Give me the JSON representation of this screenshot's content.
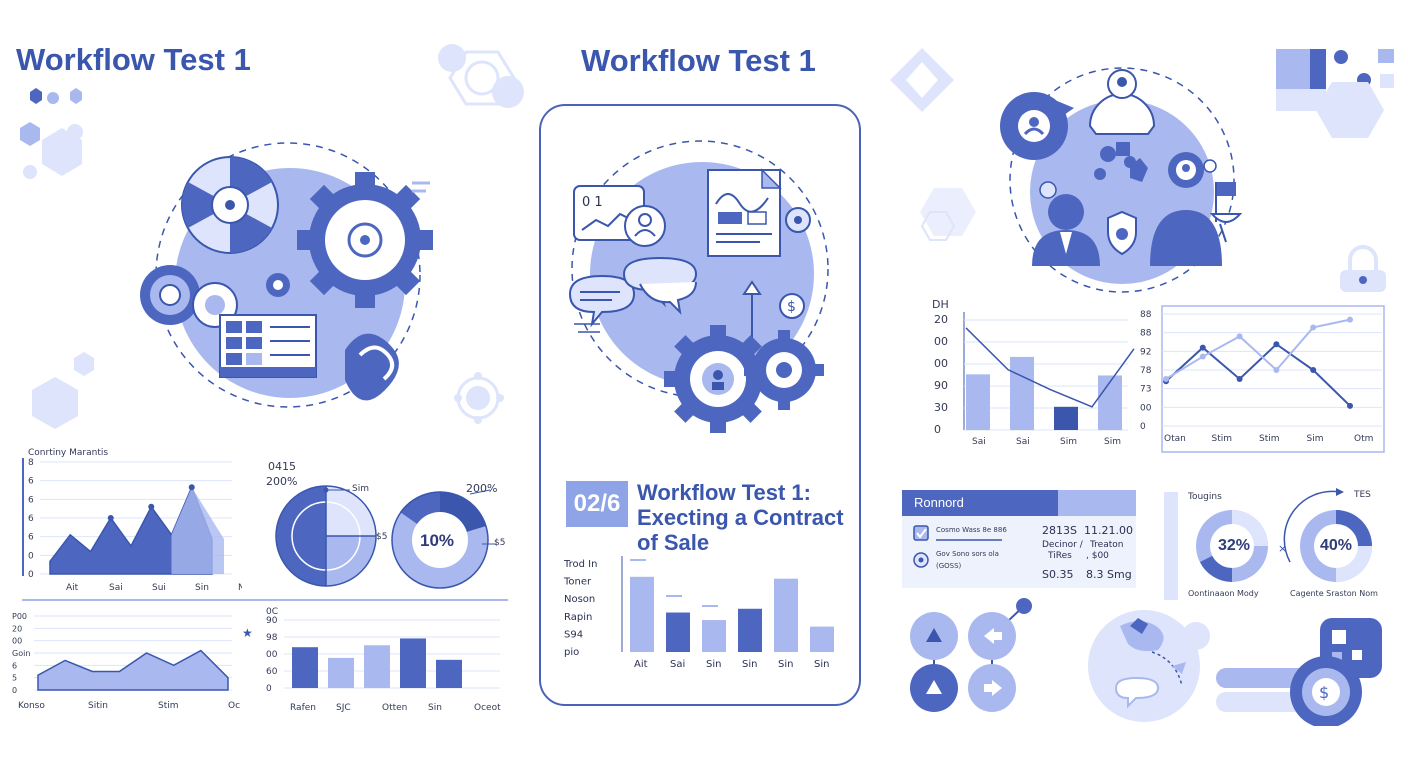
{
  "titles": {
    "left": "Workflow Test 1",
    "center": "Workflow Test 1"
  },
  "center_card": {
    "badge": "02/6",
    "subtitle": "Workflow Test 1: Execting a Contract of Sale",
    "illustration_labels": [
      "0 1",
      "$"
    ],
    "bar_chart": {
      "type": "bar",
      "categories": [
        "Ait",
        "Sai",
        "Sin",
        "Sin",
        "Sin",
        "Sin"
      ],
      "values": [
        80,
        42,
        34,
        46,
        78,
        27
      ],
      "y_labels": [
        "Trod In",
        "Toner",
        "Noson",
        "Rapin",
        "S94",
        "pio"
      ],
      "ylim": [
        0,
        100
      ]
    }
  },
  "left_panel": {
    "area_chart": {
      "type": "area",
      "title": "Conrtiny Marantis",
      "categories": [
        "Ait",
        "Sai",
        "Sui",
        "Sin",
        "Nin"
      ],
      "values": [
        0.9,
        2.8,
        1.6,
        4.0,
        2.0,
        4.8,
        2.8,
        6.2,
        2.5
      ],
      "y_ticks": [
        "8",
        "6",
        "6",
        "6",
        "6",
        "0",
        "0"
      ],
      "ylim": [
        0,
        8
      ]
    },
    "donuts": {
      "header": "0415",
      "header2": "200%",
      "left_labels": [
        "Sim",
        "$5"
      ],
      "right_center": "10%",
      "right_top": "200%",
      "right_side": "$5"
    },
    "small_area_chart": {
      "type": "area",
      "categories": [
        "Konso",
        "Sitin",
        "Stim",
        "Ocetse"
      ],
      "values": [
        1.2,
        2.4,
        1.5,
        1.5,
        3.0,
        2.0,
        3.2,
        1.0
      ],
      "y_ticks": [
        "P00",
        "20",
        "00",
        "Goin",
        "6",
        "5",
        "0"
      ],
      "ylim": [
        0,
        6
      ]
    },
    "small_bar_chart": {
      "type": "bar",
      "header": "0C",
      "categories": [
        "Rafen",
        "SJC",
        "Otten",
        "Sin",
        "Oceot"
      ],
      "values": [
        42,
        31,
        44,
        51,
        29
      ],
      "y_ticks": [
        "90",
        "98",
        "00",
        "60",
        "0"
      ],
      "ylim": [
        0,
        70
      ]
    }
  },
  "right_panel": {
    "bar_line_chart": {
      "type": "bar",
      "header": "DH",
      "categories": [
        "Sai",
        "Sai",
        "Sim",
        "Sim"
      ],
      "values": [
        48,
        63,
        20,
        47
      ],
      "line": [
        88,
        52,
        35,
        20,
        70
      ],
      "y_ticks": [
        "20",
        "00",
        "00",
        "90",
        "30",
        "0"
      ],
      "ylim": [
        0,
        100
      ]
    },
    "line_chart": {
      "type": "line",
      "categories": [
        "Otan",
        "Stim",
        "Stim",
        "Sim",
        "Otm"
      ],
      "series": [
        {
          "values": [
            40,
            70,
            42,
            73,
            50,
            18
          ]
        },
        {
          "values": [
            42,
            62,
            80,
            50,
            88,
            95
          ]
        }
      ],
      "y_ticks": [
        "88",
        "88",
        "92",
        "78",
        "73",
        "00",
        "0"
      ],
      "ylim": [
        0,
        100
      ]
    },
    "record_panel": {
      "header": "Ronnord",
      "rows": [
        "Cosmo Wass 8e 886",
        "Gov Sono sors ola",
        "(GOSS)"
      ],
      "values_a": [
        "2813S",
        "Decinor /",
        "TiRes",
        "S0.35"
      ],
      "values_b": [
        "11.21.00",
        "Treaton",
        ", $00",
        "8.3 Smg"
      ]
    },
    "donuts": {
      "left_header": "Tougins",
      "left_value": "32%",
      "left_caption": "Oontinaaon Mody",
      "right_header": "TES",
      "right_value": "40%",
      "right_caption": "Cagente Sraston Nom"
    }
  },
  "colors": {
    "primary": "#3a56ad",
    "mid": "#4d67c0",
    "light": "#a9b9ef",
    "pale": "#dde4fb"
  }
}
